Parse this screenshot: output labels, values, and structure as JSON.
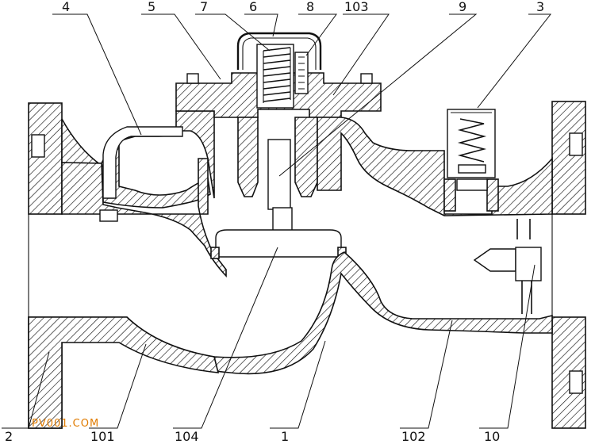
{
  "figure": {
    "callouts": [
      {
        "id": "c4",
        "text": "4"
      },
      {
        "id": "c5",
        "text": "5"
      },
      {
        "id": "c7",
        "text": "7"
      },
      {
        "id": "c6",
        "text": "6"
      },
      {
        "id": "c8",
        "text": "8"
      },
      {
        "id": "c103",
        "text": "103"
      },
      {
        "id": "c9",
        "text": "9"
      },
      {
        "id": "c3",
        "text": "3"
      },
      {
        "id": "c2",
        "text": "2"
      },
      {
        "id": "c101",
        "text": "101"
      },
      {
        "id": "c104",
        "text": "104"
      },
      {
        "id": "c1",
        "text": "1"
      },
      {
        "id": "c102",
        "text": "102"
      },
      {
        "id": "c10",
        "text": "10"
      }
    ],
    "watermark": "PV001.COM"
  },
  "colors": {
    "line": "#111111",
    "watermark": "#e07b00"
  }
}
